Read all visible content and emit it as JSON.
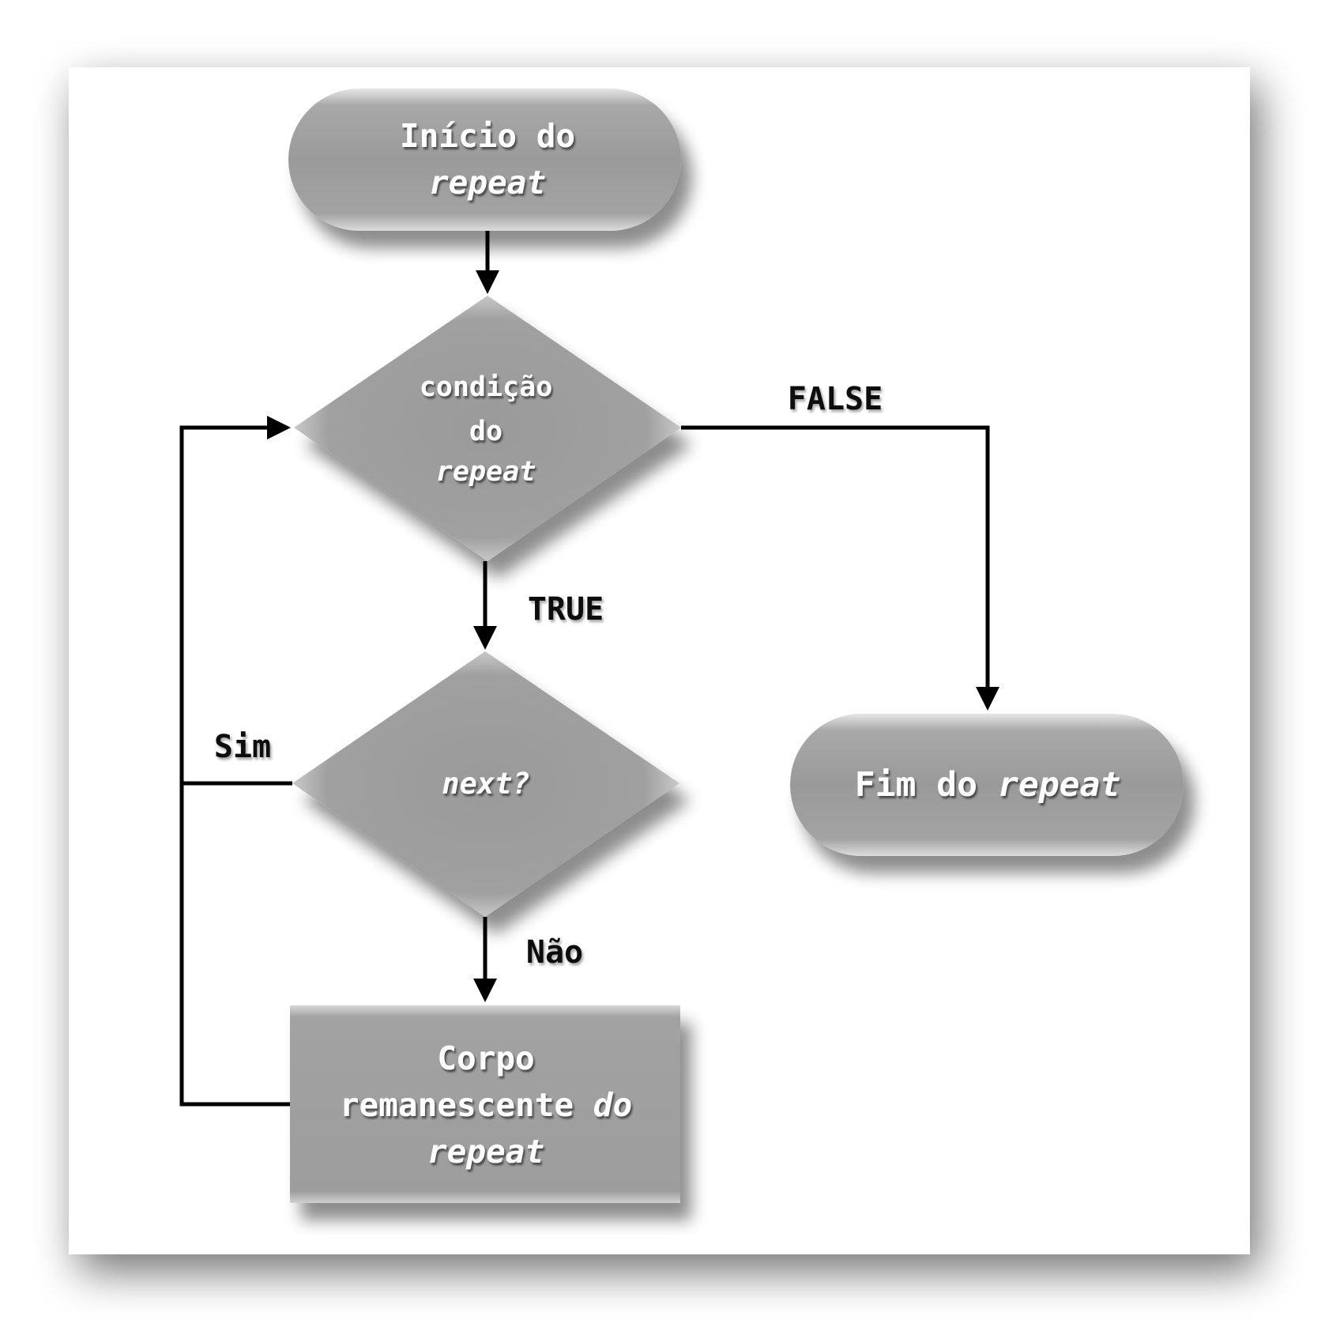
{
  "nodes": {
    "start": {
      "line1": "Início do",
      "line2": "repeat"
    },
    "condition": {
      "line1": "condição",
      "line2": "do",
      "line3": "repeat"
    },
    "next": {
      "line1": "next?"
    },
    "body": {
      "line1": "Corpo",
      "line2a": "remanescente ",
      "line2b": "do",
      "line3": "repeat"
    },
    "end": {
      "line1a": "Fim do ",
      "line1b": "repeat"
    }
  },
  "edges": {
    "false_label": "FALSE",
    "true_label": "TRUE",
    "sim_label": "Sim",
    "nao_label": "Não"
  },
  "colors": {
    "node_fill": "#9c9c9c",
    "node_text": "#ffffff",
    "connector": "#000000",
    "panel_bg": "#ffffff",
    "page_bg": "#ffffff"
  }
}
